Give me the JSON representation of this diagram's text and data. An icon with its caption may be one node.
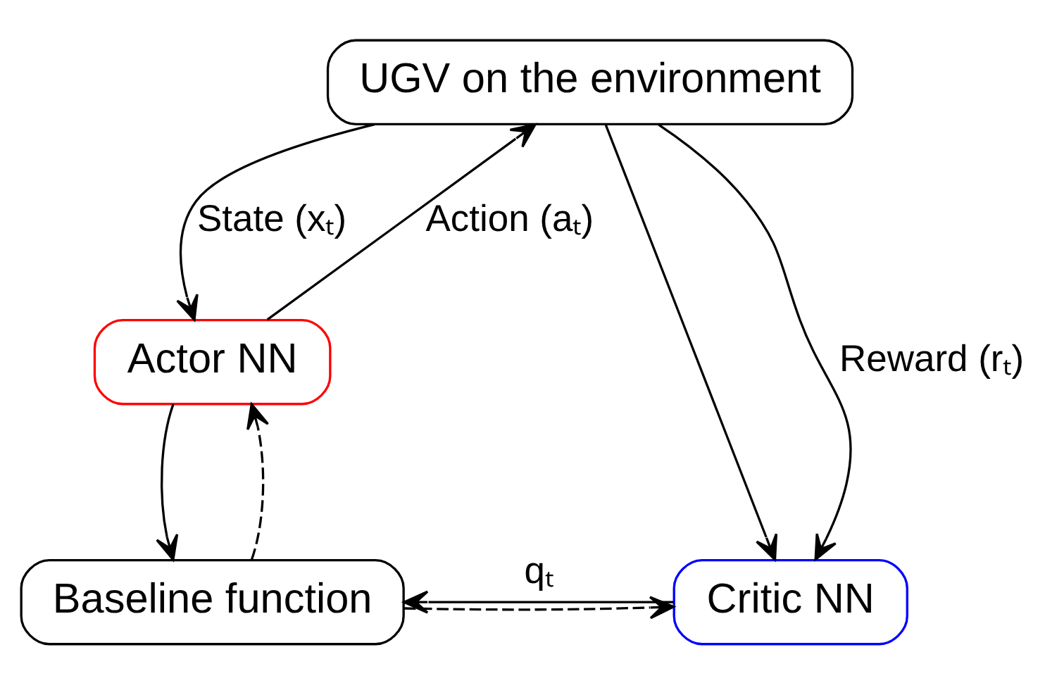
{
  "diagram": {
    "nodes": [
      {
        "text": [
          "UGV on the environment"
        ]
      },
      {
        "text": [
          "Baseline function"
        ]
      },
      {
        "text": [
          "Actor NN"
        ]
      },
      {
        "text": [
          "Critic NN"
        ]
      }
    ],
    "edges": [
      {
        "from": 2,
        "to": 0,
        "arrow": "to",
        "label": "Action (aₜ)"
      },
      {
        "from": 2,
        "to": 1,
        "arrow": "to"
      },
      {
        "from": 0,
        "to": 2,
        "arrow": "to",
        "label": "State (xₜ)"
      },
      {
        "from": 0,
        "to": 3,
        "arrow": "to"
      },
      {
        "from": 0,
        "to": 3,
        "arrow": "to",
        "label": "Reward (rₜ)"
      },
      {
        "from": 3,
        "to": 1,
        "arrow": "to",
        "label": "qₜ"
      },
      {
        "from": 1,
        "to": 2,
        "arrow": "to",
        "style": "dashed"
      },
      {
        "from": 1,
        "to": 3,
        "arrow": "to",
        "style": "dashed"
      }
    ]
  }
}
